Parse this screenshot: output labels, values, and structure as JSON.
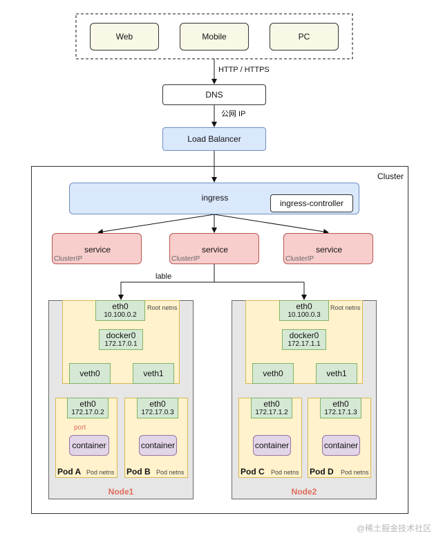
{
  "clients": {
    "web": "Web",
    "mobile": "Mobile",
    "pc": "PC"
  },
  "labels": {
    "http": "HTTP / HTTPS",
    "public_ip": "公网 IP",
    "lable": "lable",
    "port": "port"
  },
  "dns": "DNS",
  "load_balancer": "Load Balancer",
  "cluster": {
    "label": "Cluster",
    "ingress": "ingress",
    "ingress_controller": "ingress-controller",
    "services": [
      {
        "name": "service",
        "type": "ClusterIP"
      },
      {
        "name": "service",
        "type": "ClusterIP"
      },
      {
        "name": "service",
        "type": "ClusterIP"
      }
    ],
    "nodes": [
      {
        "name": "Node1",
        "root_netns": "Root netns",
        "eth0": {
          "name": "eth0",
          "ip": "10.100.0.2"
        },
        "docker0": {
          "name": "docker0",
          "ip": "172.17.0.1"
        },
        "veths": [
          "veth0",
          "veth1"
        ],
        "pods": [
          {
            "name": "Pod A",
            "netns": "Pod netns",
            "eth0": "eth0",
            "ip": "172.17.0.2",
            "container": "container"
          },
          {
            "name": "Pod B",
            "netns": "Pod netns",
            "eth0": "eth0",
            "ip": "172.17.0.3",
            "container": "container"
          }
        ]
      },
      {
        "name": "Node2",
        "root_netns": "Root netns",
        "eth0": {
          "name": "eth0",
          "ip": "10.100.0.3"
        },
        "docker0": {
          "name": "docker0",
          "ip": "172.17.1.1"
        },
        "veths": [
          "veth0",
          "veth1"
        ],
        "pods": [
          {
            "name": "Pod C",
            "netns": "Pod netns",
            "eth0": "eth0",
            "ip": "172.17.1.2",
            "container": "container"
          },
          {
            "name": "Pod D",
            "netns": "Pod netns",
            "eth0": "eth0",
            "ip": "172.17.1.3",
            "container": "container"
          }
        ]
      }
    ]
  },
  "watermark": "@稀土掘金技术社区"
}
